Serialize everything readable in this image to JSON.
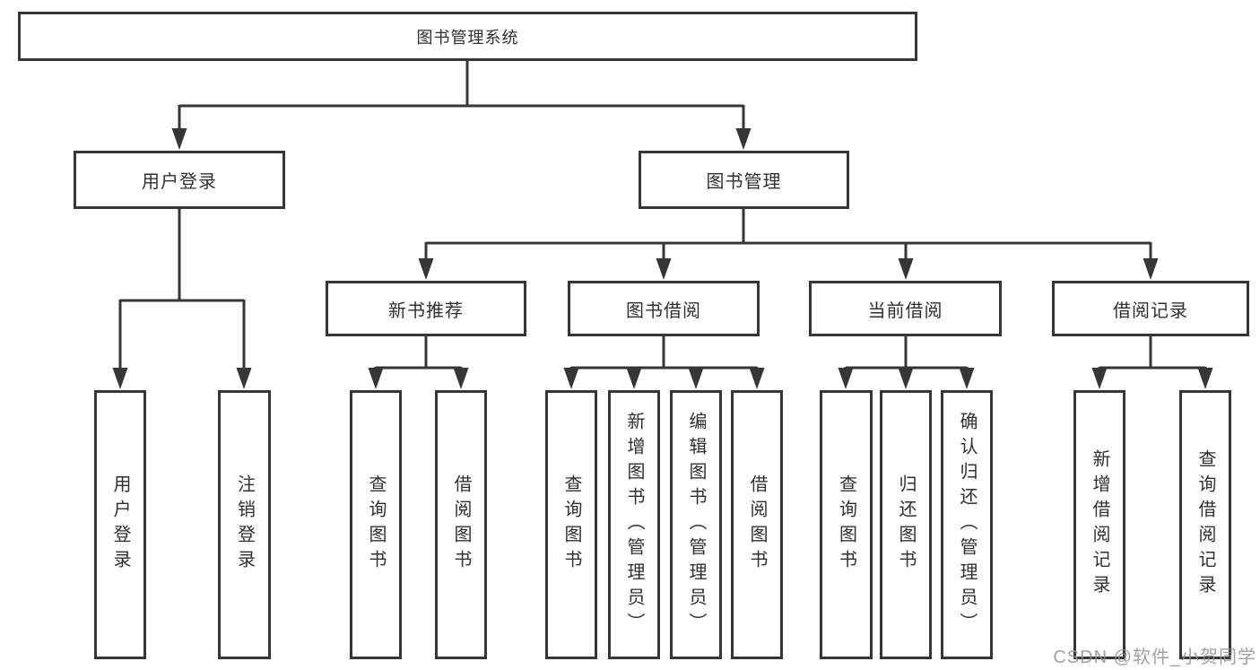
{
  "diagram": {
    "root": "图书管理系统",
    "user_branch": {
      "label": "用户登录",
      "children": [
        "用户登录",
        "注销登录"
      ]
    },
    "book_branch": {
      "label": "图书管理",
      "groups": [
        {
          "label": "新书推荐",
          "children": [
            "查询图书",
            "借阅图书"
          ]
        },
        {
          "label": "图书借阅",
          "children": [
            "查询图书",
            "新增图书（管理员）",
            "编辑图书（管理员）",
            "借阅图书"
          ]
        },
        {
          "label": "当前借阅",
          "children": [
            "查询图书",
            "归还图书",
            "确认归还（管理员）"
          ]
        },
        {
          "label": "借阅记录",
          "children": [
            "新增借阅记录",
            "查询借阅记录"
          ]
        }
      ]
    }
  },
  "watermark": "CSDN @软件_小贺同学",
  "colors": {
    "line": "#363636",
    "box_border": "#363636",
    "text": "#303030",
    "watermark": "#8f8f8f",
    "background": "#ffffff"
  }
}
